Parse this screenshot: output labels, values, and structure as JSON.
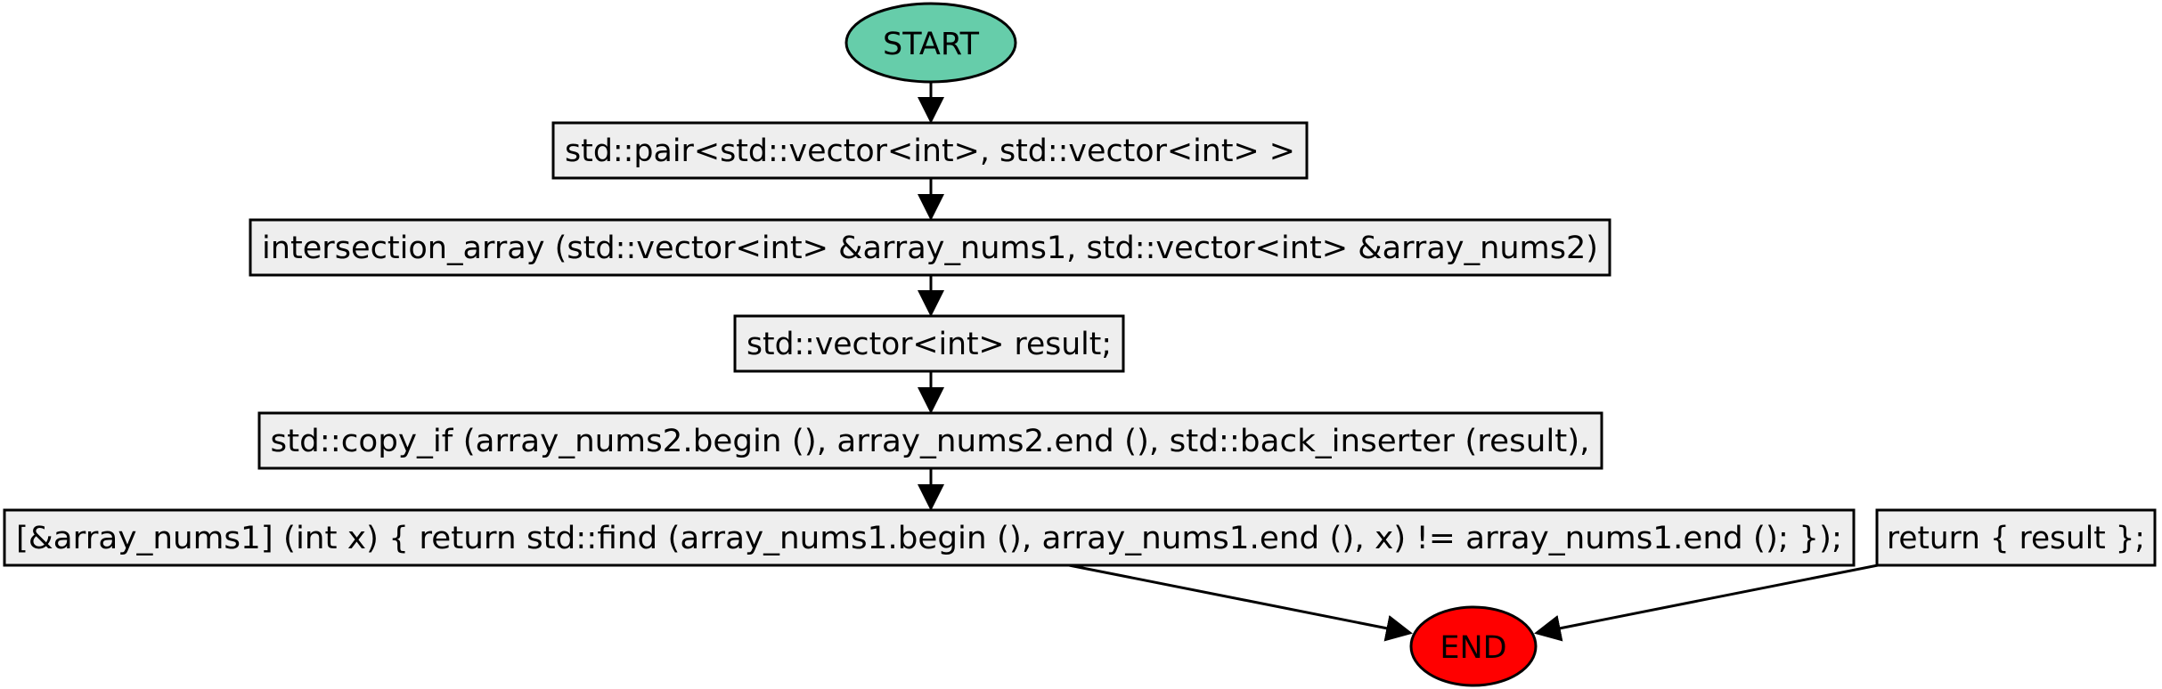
{
  "flowchart": {
    "start": {
      "label": "START",
      "fill": "#66cdaa"
    },
    "end": {
      "label": "END",
      "fill": "#ff0000"
    },
    "box_fill": "#eeeeee",
    "steps": [
      "std::pair<std::vector<int>, std::vector<int> >",
      "intersection_array (std::vector<int> &array_nums1, std::vector<int> &array_nums2)",
      "std::vector<int> result;",
      "std::copy_if (array_nums2.begin (), array_nums2.end (), std::back_inserter (result),",
      "[&array_nums1] (int x) { return std::find (array_nums1.begin (), array_nums1.end (), x) != array_nums1.end (); });",
      "return { result };"
    ]
  }
}
